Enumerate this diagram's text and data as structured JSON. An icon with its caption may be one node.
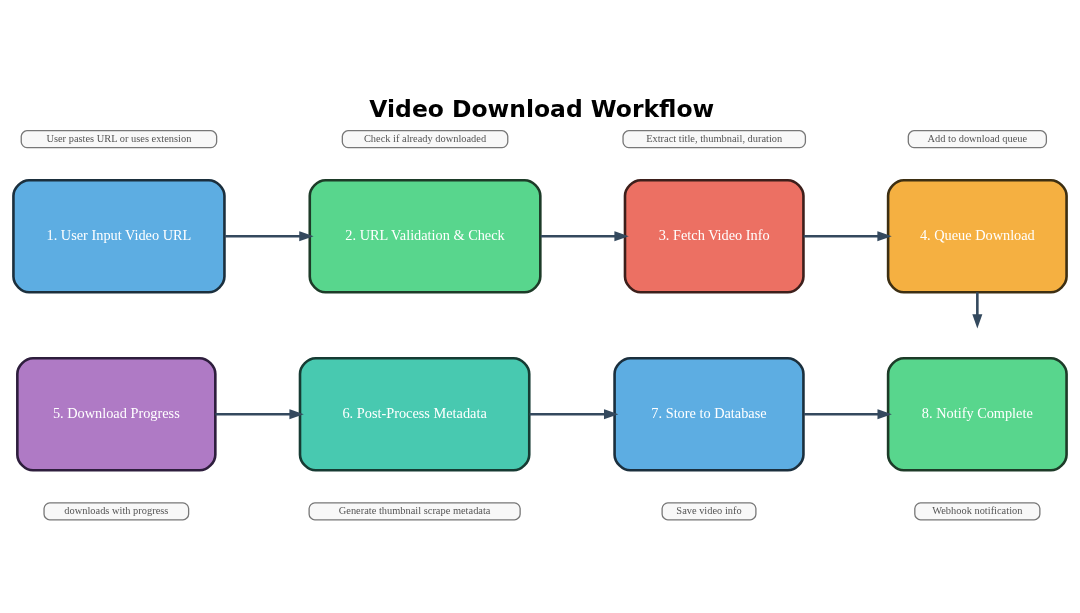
{
  "diagram": {
    "title": "Video Download Workflow",
    "nodes": [
      {
        "text": [
          "1. User Input Video URL"
        ],
        "beside": [
          "User pastes URL or uses extension"
        ]
      },
      {
        "text": [
          "2. URL Validation & Check"
        ],
        "beside": [
          "Check if already downloaded"
        ]
      },
      {
        "text": [
          "3. Fetch Video Info"
        ],
        "beside": [
          "Extract title, thumbnail, duration"
        ]
      },
      {
        "text": [
          "4. Queue Download"
        ],
        "beside": [
          "Add to download queue"
        ]
      },
      {
        "text": [
          "5. Download Progress"
        ],
        "beside": [
          "downloads with progress"
        ]
      },
      {
        "text": [
          "6. Post-Process Metadata"
        ],
        "beside": [
          "Generate thumbnail scrape metadata"
        ]
      },
      {
        "text": [
          "7. Store to Database"
        ],
        "beside": [
          "Save video info"
        ]
      },
      {
        "text": [
          "8. Notify Complete"
        ],
        "beside": [
          "Webhook notification"
        ]
      }
    ],
    "edges": [
      {
        "from": 0,
        "to": 1,
        "arrow": "to"
      },
      {
        "from": 1,
        "to": 2,
        "arrow": "to"
      },
      {
        "from": 2,
        "to": 3,
        "arrow": "to"
      },
      {
        "from": 3,
        "to": null,
        "arrow": "to"
      },
      {
        "from": 4,
        "to": 5,
        "arrow": "to"
      },
      {
        "from": 5,
        "to": 6,
        "arrow": "to"
      },
      {
        "from": 6,
        "to": 7,
        "arrow": "to"
      }
    ]
  }
}
